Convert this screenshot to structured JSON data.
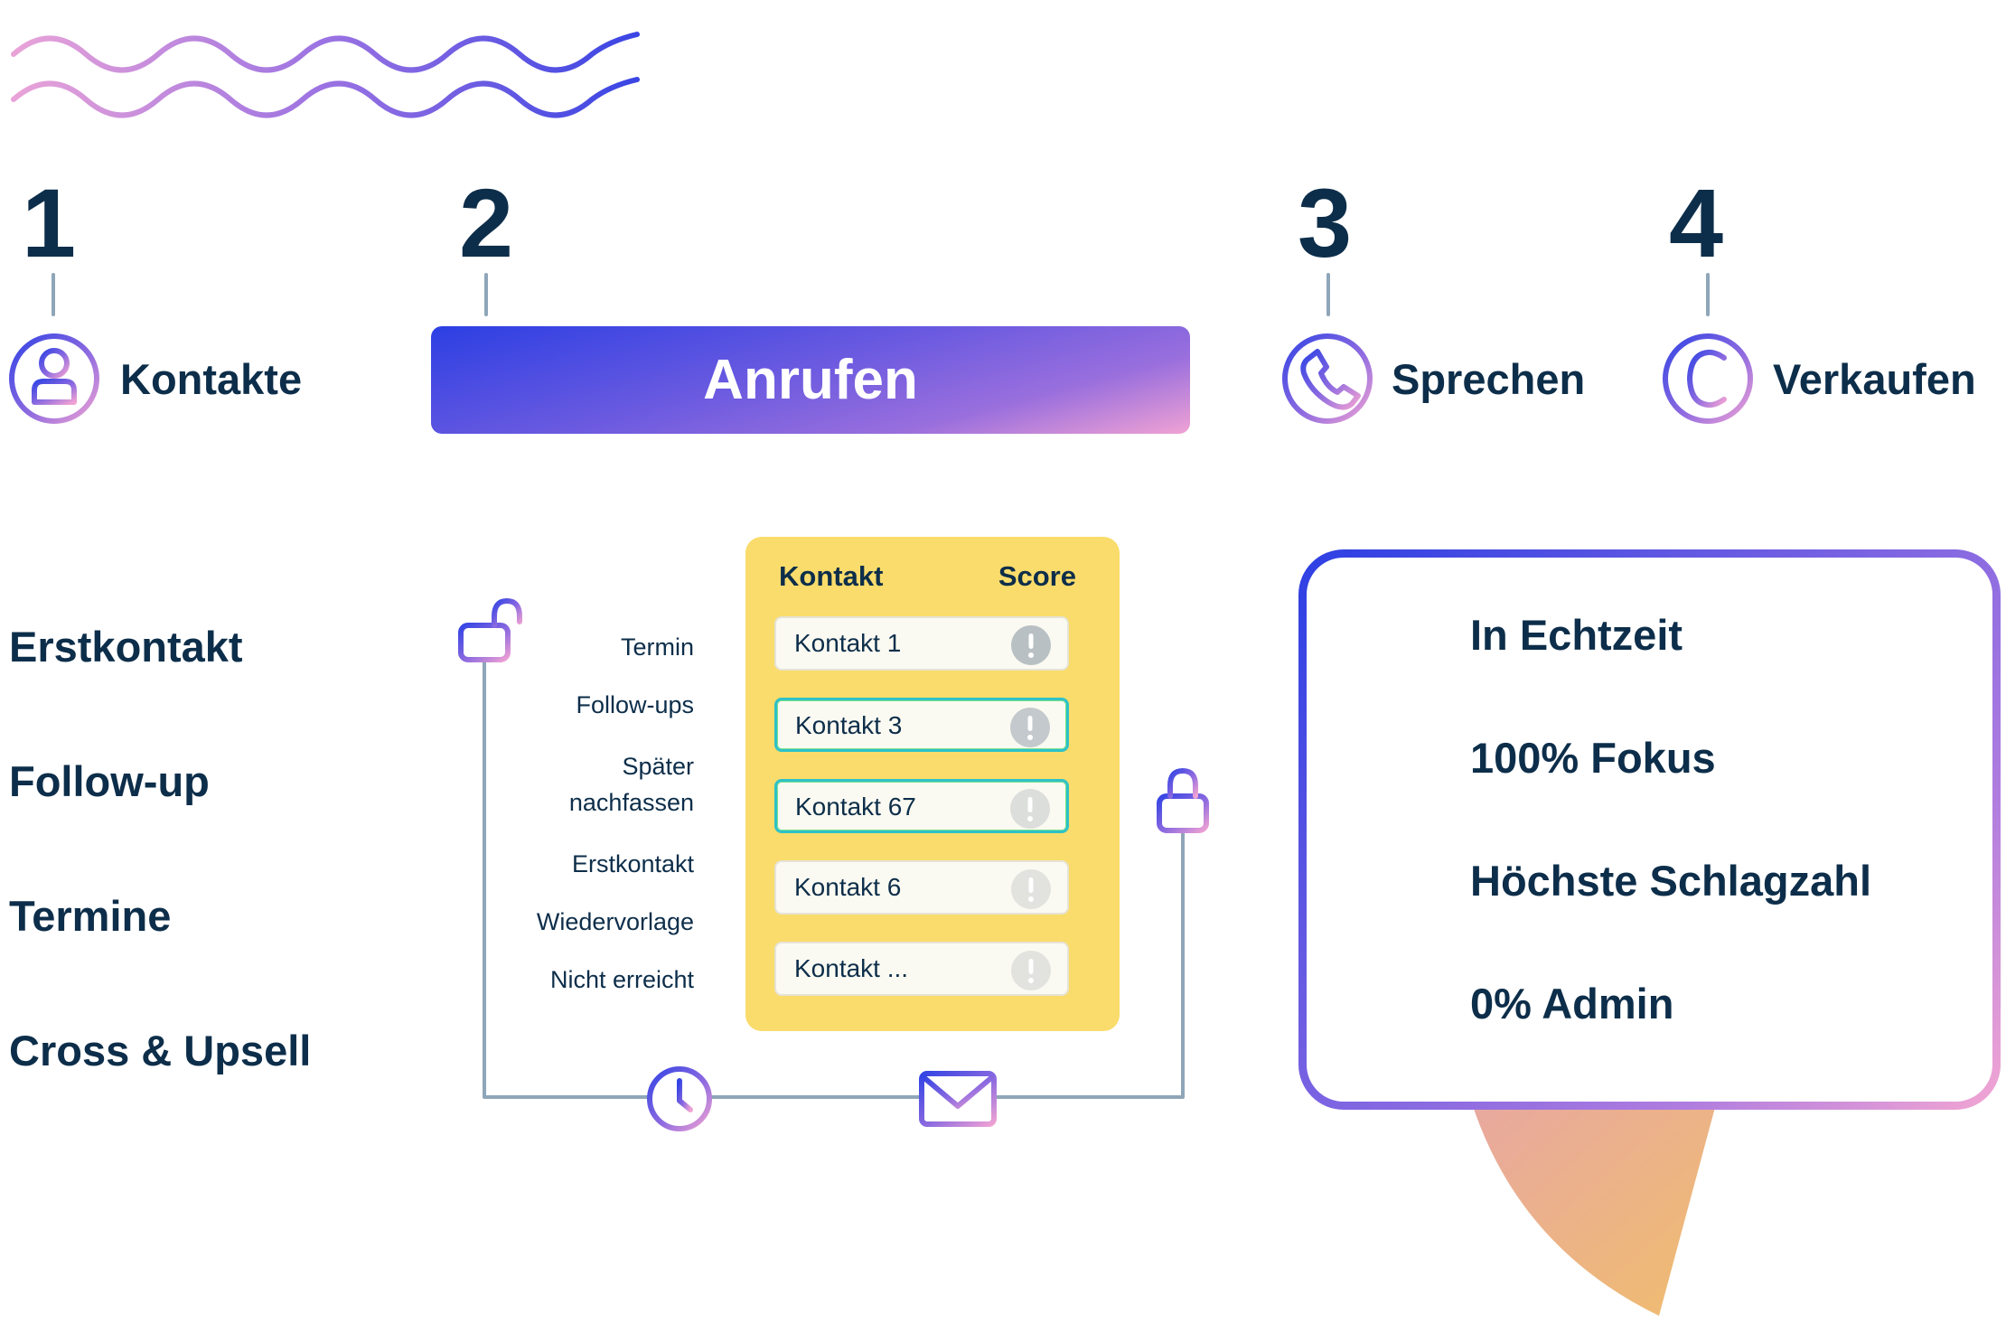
{
  "steps": [
    {
      "number": "1",
      "label": "Kontakte",
      "icon": "user-icon"
    },
    {
      "number": "2",
      "label": "Anrufen"
    },
    {
      "number": "3",
      "label": "Sprechen",
      "icon": "phone-icon"
    },
    {
      "number": "4",
      "label": "Verkaufen",
      "icon": "euro-icon"
    }
  ],
  "categories": [
    "Erstkontakt",
    "Follow-up",
    "Termine",
    "Cross & Upsell"
  ],
  "statuses": [
    "Termin",
    "Follow-ups",
    "Später",
    "nachfassen",
    "Erstkontakt",
    "Wiedervorlage",
    "Nicht erreicht"
  ],
  "contact_table": {
    "header_contact": "Kontakt",
    "header_score": "Score",
    "rows": [
      {
        "name": "Kontakt 1",
        "highlighted": false
      },
      {
        "name": "Kontakt 3",
        "highlighted": true
      },
      {
        "name": "Kontakt 67",
        "highlighted": true
      },
      {
        "name": "Kontakt 6",
        "highlighted": false
      },
      {
        "name": "Kontakt ...",
        "highlighted": false
      }
    ]
  },
  "connector_icons": [
    "unlock-icon",
    "lock-icon",
    "clock-icon",
    "mail-icon"
  ],
  "highlights": [
    "In Echtzeit",
    "100% Fokus",
    "Höchste Schlagzahl",
    "0% Admin"
  ],
  "colors": {
    "navy": "#0d2e4a",
    "accent_blue": "#2c3fe3",
    "accent_purple": "#8a6ad8",
    "accent_pink": "#f0a2d4",
    "panel_yellow": "#f9dc6b",
    "connector_gray": "#8fa6b8",
    "row_highlight": "#2ec2c7",
    "speech_tail_start": "#e8a8a0",
    "speech_tail_end": "#f0bd6e"
  }
}
